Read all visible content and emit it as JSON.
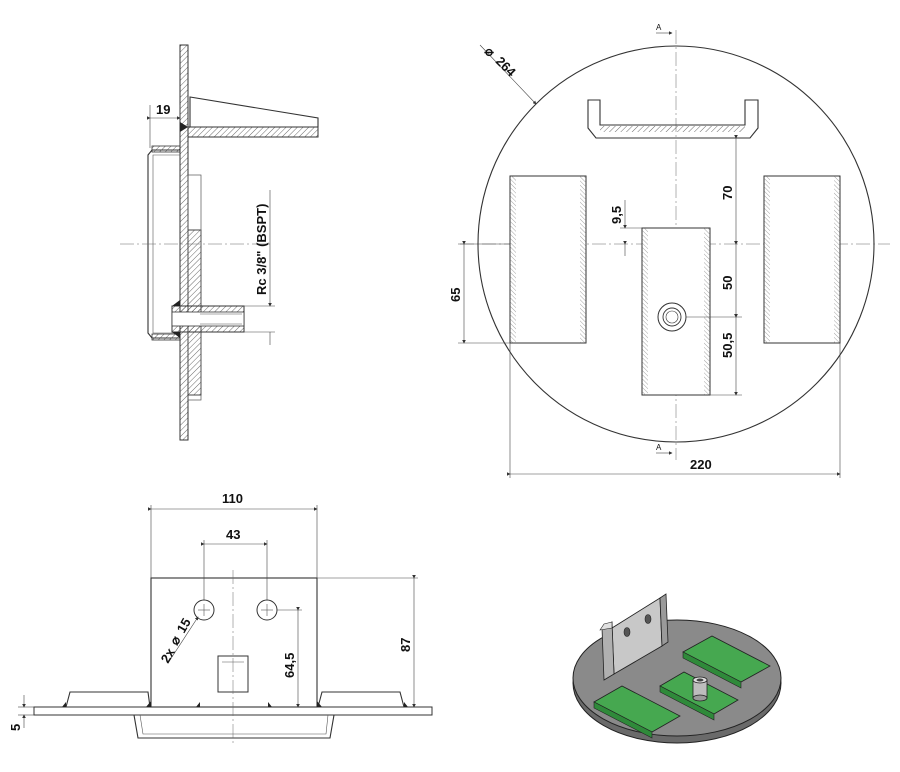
{
  "side_view": {
    "dim_19": "19",
    "thread_label": "Rc 3/8\" (BSPT)"
  },
  "top_view": {
    "dim_diameter": "264",
    "dim_70": "70",
    "dim_9_5": "9,5",
    "dim_65": "65",
    "dim_50": "50",
    "dim_50_5": "50,5",
    "dim_220": "220",
    "section_top": "A",
    "section_bottom": "A"
  },
  "front_view": {
    "dim_110": "110",
    "dim_43": "43",
    "dim_holes": "2x",
    "dim_hole_diameter": "15",
    "dim_64_5": "64,5",
    "dim_87": "87",
    "dim_5": "5"
  },
  "colors": {
    "plate": "#c8c8c8",
    "plate_dark": "#8a8a8a",
    "pad": "#2f8a3a",
    "pad_light": "#46a850",
    "hatch": "#444444"
  }
}
